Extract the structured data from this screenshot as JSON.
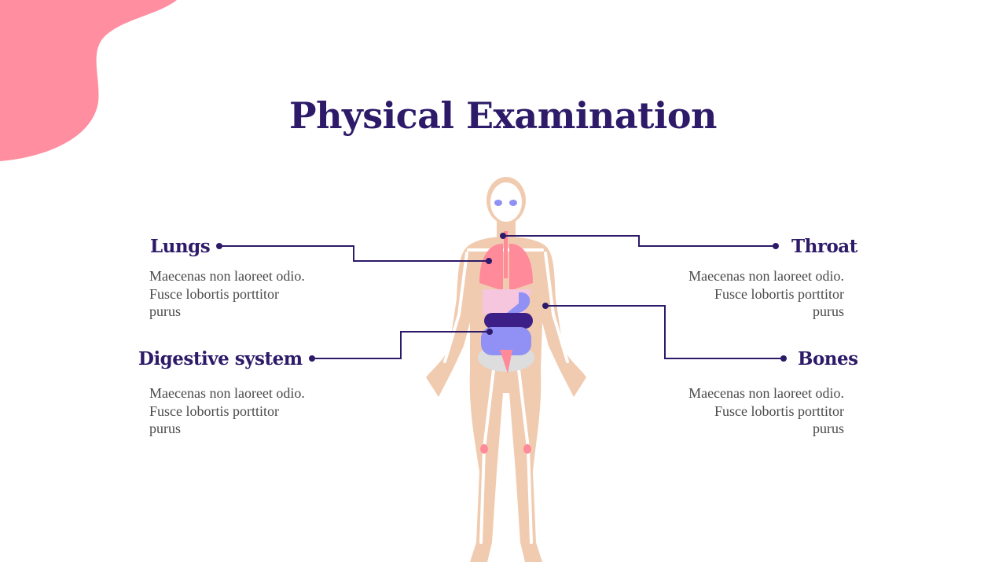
{
  "title": "Physical Examination",
  "items": [
    {
      "label": "Lungs",
      "description": "Maecenas non laoreet odio. Fusce lobortis porttitor purus"
    },
    {
      "label": "Digestive system",
      "description": "Maecenas non laoreet odio. Fusce lobortis porttitor purus"
    },
    {
      "label": "Throat",
      "description": "Maecenas non laoreet odio. Fusce lobortis porttitor purus"
    },
    {
      "label": "Bones",
      "description": "Maecenas non laoreet odio. Fusce lobortis porttitor purus"
    }
  ],
  "colors": {
    "accent": "#2d1a68",
    "blob": "#ff8fa0",
    "skin": "#f0cbb0",
    "lungs": "#ff8a9a",
    "organs": "#9191f5"
  }
}
